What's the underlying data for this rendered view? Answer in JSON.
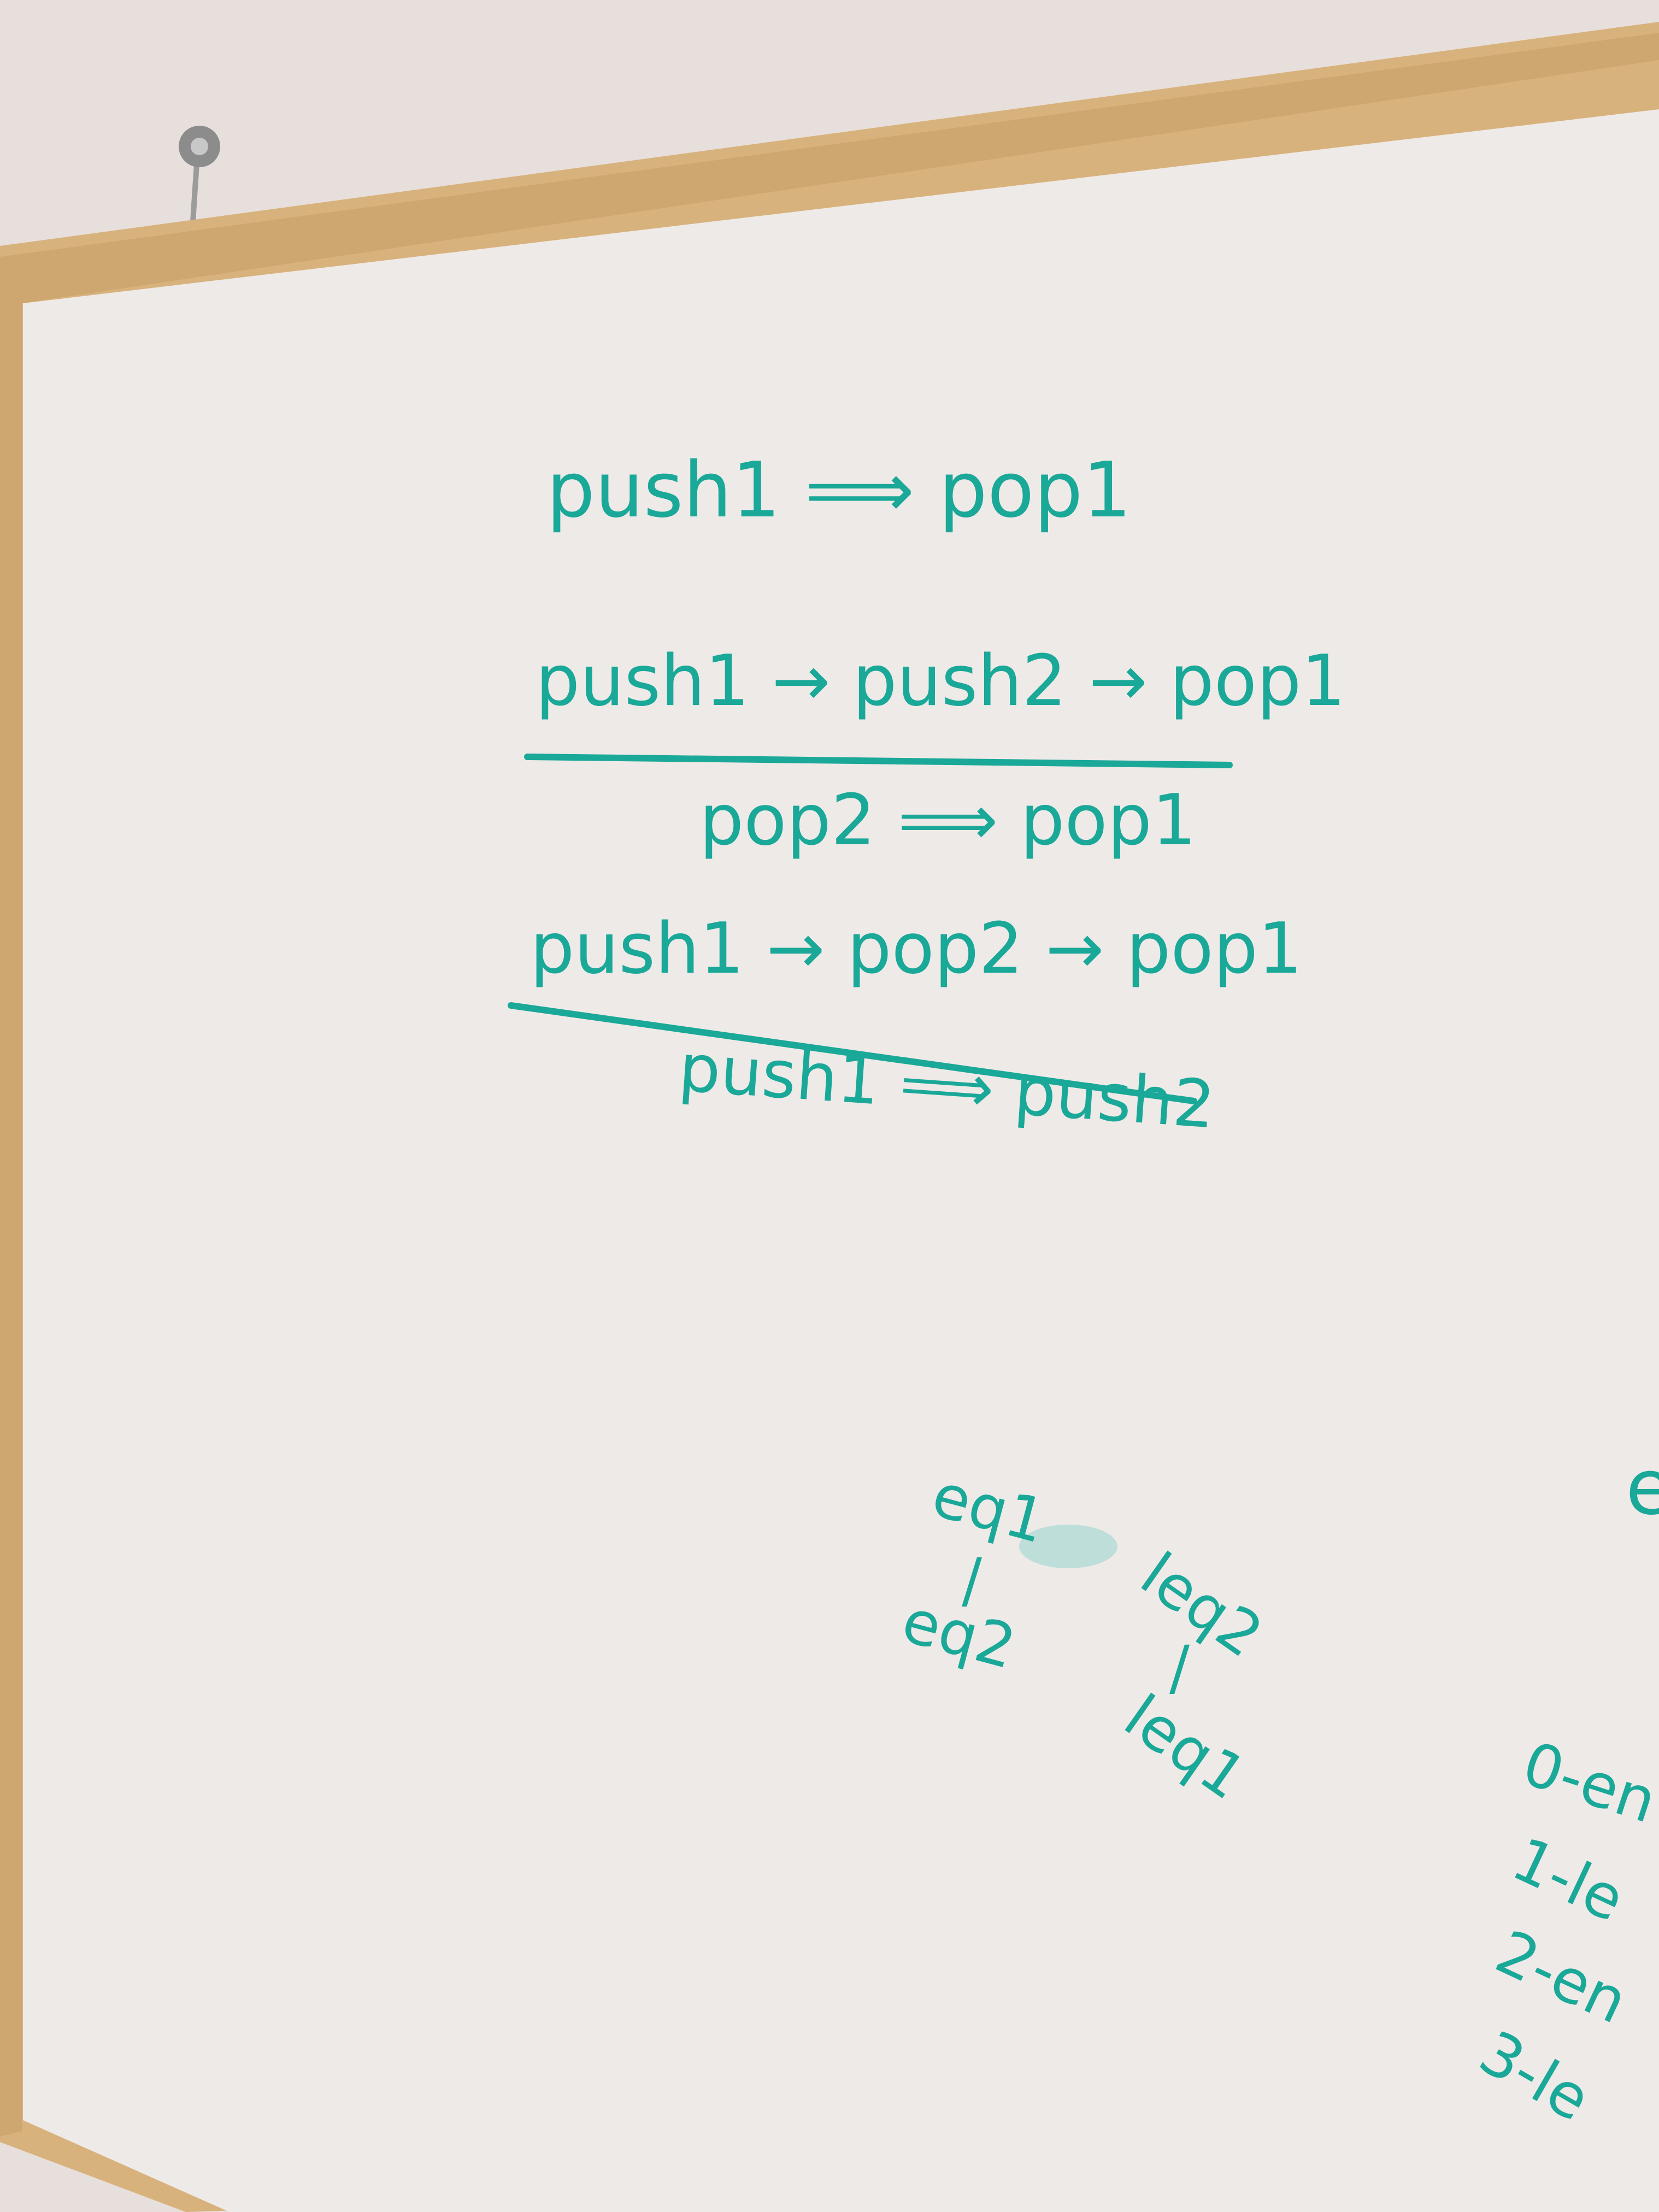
{
  "colors": {
    "wall": "#e7dfdb",
    "frame": "#d8b27c",
    "frame_shadow": "#b9905c",
    "board": "#eeeae8",
    "ink": "#1aa898"
  },
  "objects": {
    "magnet_hook": "magnet-hook-icon"
  },
  "board": {
    "lines": [
      {
        "id": "line1",
        "text": "push1 ⟹ pop1"
      },
      {
        "id": "line2",
        "text": "push1 → push2 → pop1"
      },
      {
        "id": "line3",
        "text": "pop2 ⟹ pop1"
      },
      {
        "id": "line4",
        "text": "push1 → pop2 → pop1"
      },
      {
        "id": "line5",
        "text": "push1 ⟹ push2"
      }
    ],
    "lattice": {
      "eq1": "eq1",
      "eq2": "eq2",
      "leq1": "leq1",
      "leq2": "leq2",
      "link_left": "/",
      "link_right": "/"
    },
    "right_list": {
      "partial_top": "e",
      "items": [
        {
          "label": "0-en"
        },
        {
          "label": "1-le"
        },
        {
          "label": "2-en"
        },
        {
          "label": "3-le"
        }
      ]
    }
  }
}
